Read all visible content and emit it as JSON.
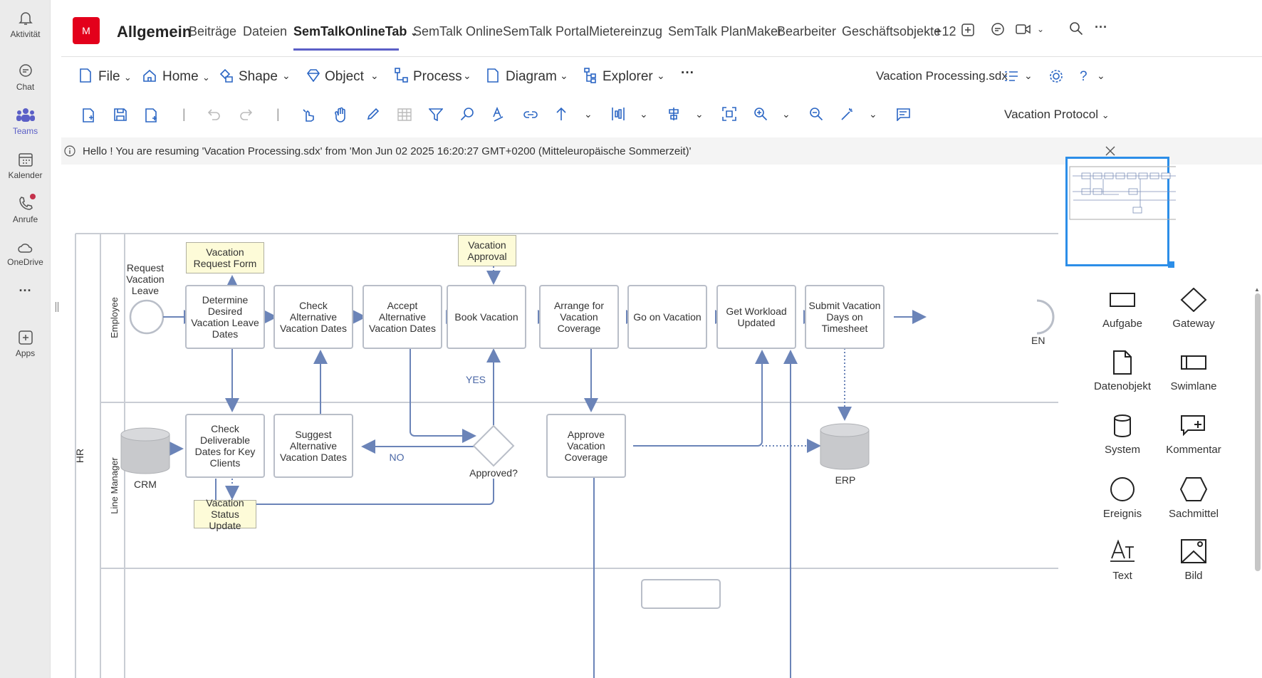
{
  "rail": {
    "items": [
      {
        "label": "Aktivität",
        "icon": "bell-icon"
      },
      {
        "label": "Chat",
        "icon": "chat-icon"
      },
      {
        "label": "Teams",
        "icon": "teams-icon"
      },
      {
        "label": "Kalender",
        "icon": "calendar-icon"
      },
      {
        "label": "Anrufe",
        "icon": "phone-icon"
      },
      {
        "label": "OneDrive",
        "icon": "cloud-icon"
      },
      {
        "label": "Apps",
        "icon": "plus-square-icon"
      }
    ],
    "more": "···",
    "accent": "#5b5fc7"
  },
  "header": {
    "avatar_letter": "M",
    "avatar_color": "#e3001b",
    "channel": "Allgemein",
    "tabs": [
      "Beiträge",
      "Dateien",
      "SemTalkOnlineTab",
      "SemTalk Online",
      "SemTalk Portal",
      "Mietereinzug",
      "SemTalk PlanMaker",
      "Bearbeiter",
      "Geschäftsobjekte"
    ],
    "more_tabs": "+12"
  },
  "ribbon": {
    "menus": [
      "File",
      "Home",
      "Shape",
      "Object",
      "Process",
      "Diagram",
      "Explorer"
    ],
    "more": "···",
    "document": "Vacation Processing.sdx",
    "view": "Vacation Protocol"
  },
  "info": {
    "message": "Hello ! You are resuming 'Vacation Processing.sdx' from 'Mon Jun 02 2025 16:20:27 GMT+0200 (Mitteleuropäische Sommerzeit)'"
  },
  "diagram": {
    "pool": "HR",
    "lanes": [
      "Employee",
      "Line Manager"
    ],
    "start_label": "Request Vacation Leave",
    "end_label": "EN",
    "tasks": {
      "determine": "Determine Desired Vacation Leave Dates",
      "check_alt": "Check Alternative Vacation Dates",
      "accept_alt": "Accept Alternative Vacation Dates",
      "book": "Book Vacation",
      "arrange": "Arrange for Vacation Coverage",
      "go": "Go on Vacation",
      "workload": "Get Workload Updated",
      "submit": "Submit Vacation Days on Timesheet",
      "check_deliv": "Check Deliverable Dates for Key Clients",
      "suggest": "Suggest Alternative Vacation Dates",
      "approve_cov": "Approve Vacation Coverage"
    },
    "notes": {
      "request_form": "Vacation Request Form",
      "approval": "Vacation Approval",
      "status_update": "Vacation Status Update"
    },
    "gateway": "Approved?",
    "yes": "YES",
    "no": "NO",
    "systems": {
      "crm": "CRM",
      "erp": "ERP"
    },
    "line_color": "#6b84b8"
  },
  "stencils": [
    "Aufgabe",
    "Gateway",
    "Datenobjekt",
    "Swimlane",
    "System",
    "Kommentar",
    "Ereignis",
    "Sachmittel",
    "Text",
    "Bild"
  ]
}
